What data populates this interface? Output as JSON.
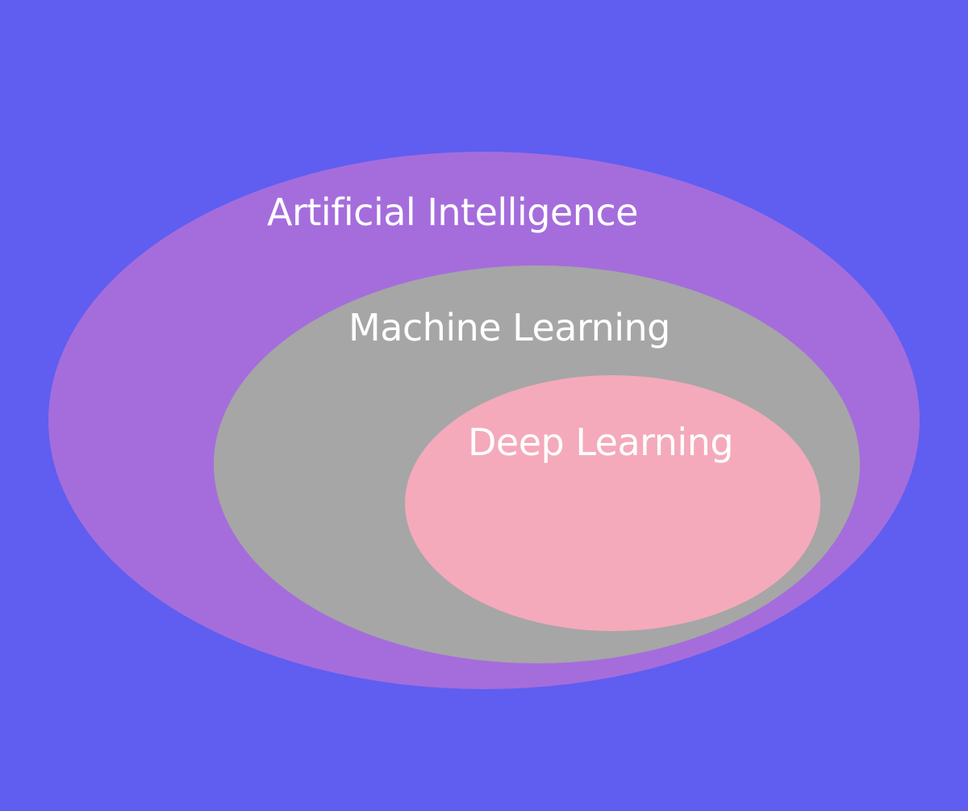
{
  "diagram": {
    "type": "nested-venn",
    "colors": {
      "background": "#5f5ef0",
      "outer": "#a56ddc",
      "middle": "#a6a6a6",
      "inner": "#f4aabb",
      "text": "#ffffff"
    },
    "sets": [
      {
        "label": "Artificial Intelligence",
        "level": "outer"
      },
      {
        "label": "Machine Learning",
        "level": "middle",
        "contained_in": "Artificial Intelligence"
      },
      {
        "label": "Deep Learning",
        "level": "inner",
        "contained_in": "Machine Learning"
      }
    ]
  }
}
